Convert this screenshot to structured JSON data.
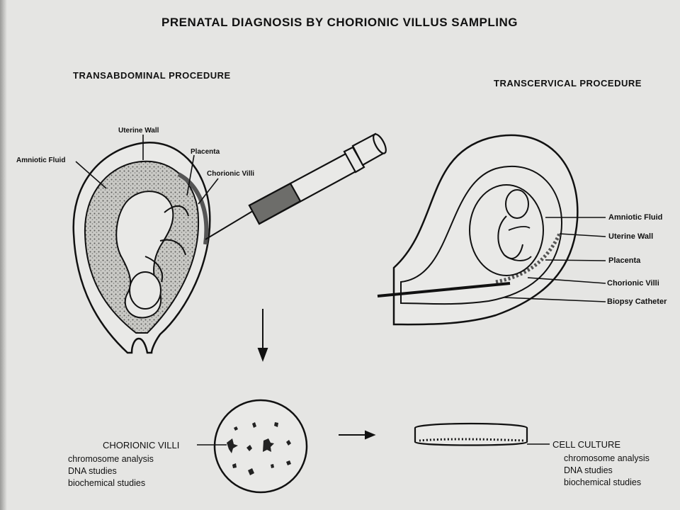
{
  "title": "PRENATAL DIAGNOSIS BY CHORIONIC VILLUS SAMPLING",
  "transabdominal": {
    "heading": "TRANSABDOMINAL  PROCEDURE",
    "labels": {
      "uterine_wall": "Uterine Wall",
      "amniotic_fluid": "Amniotic Fluid",
      "placenta": "Placenta",
      "chorionic_villi": "Chorionic Villi"
    }
  },
  "transcervical": {
    "heading": "TRANSCERVICAL  PROCEDURE",
    "labels": {
      "amniotic_fluid": "Amniotic Fluid",
      "uterine_wall": "Uterine Wall",
      "placenta": "Placenta",
      "chorionic_villi": "Chorionic Villi",
      "biopsy_catheter": "Biopsy Catheter"
    }
  },
  "chorionic_villi_sample": {
    "label": "CHORIONIC VILLI",
    "uses": [
      "chromosome analysis",
      "DNA studies",
      "biochemical studies"
    ]
  },
  "cell_culture": {
    "label": "CELL CULTURE",
    "uses": [
      "chromosome analysis",
      "DNA studies",
      "biochemical studies"
    ]
  },
  "colors": {
    "background": "#e5e5e3",
    "ink": "#111111",
    "tissue_fill": "#b9b9b5"
  }
}
